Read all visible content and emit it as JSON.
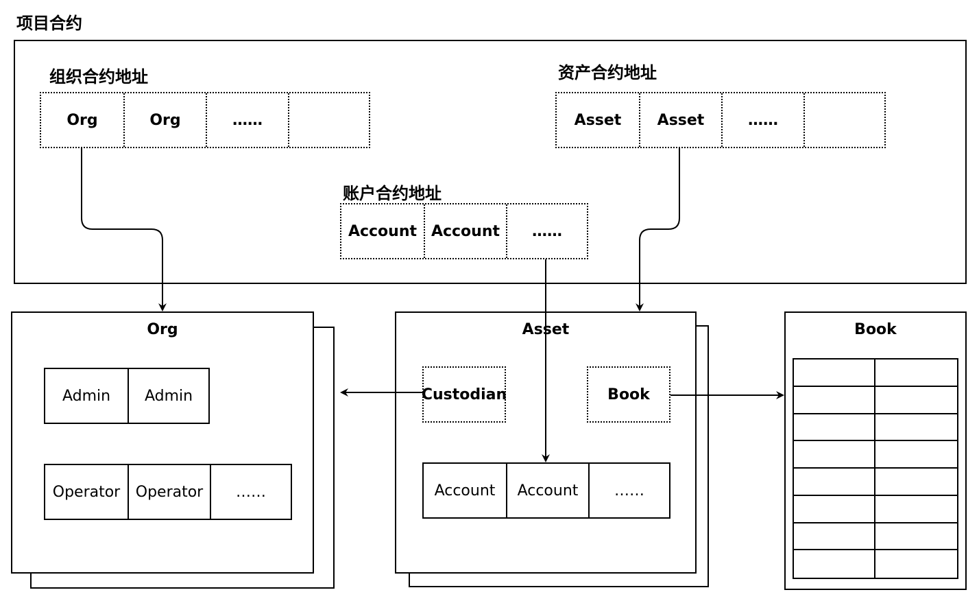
{
  "project": {
    "title": "项目合约",
    "org_registry": {
      "label": "组织合约地址",
      "cells": [
        "Org",
        "Org",
        "……",
        ""
      ]
    },
    "asset_registry": {
      "label": "资产合约地址",
      "cells": [
        "Asset",
        "Asset",
        "……",
        ""
      ]
    },
    "account_registry": {
      "label": "账户合约地址",
      "cells": [
        "Account",
        "Account",
        "……"
      ]
    }
  },
  "org_box": {
    "title": "Org",
    "admins": [
      "Admin",
      "Admin"
    ],
    "operators": [
      "Operator",
      "Operator",
      "……"
    ]
  },
  "asset_box": {
    "title": "Asset",
    "custodian": "Custodian",
    "book": "Book",
    "accounts": [
      "Account",
      "Account",
      "……"
    ]
  },
  "book_box": {
    "title": "Book",
    "table_rows": 8,
    "table_columns": 2
  }
}
